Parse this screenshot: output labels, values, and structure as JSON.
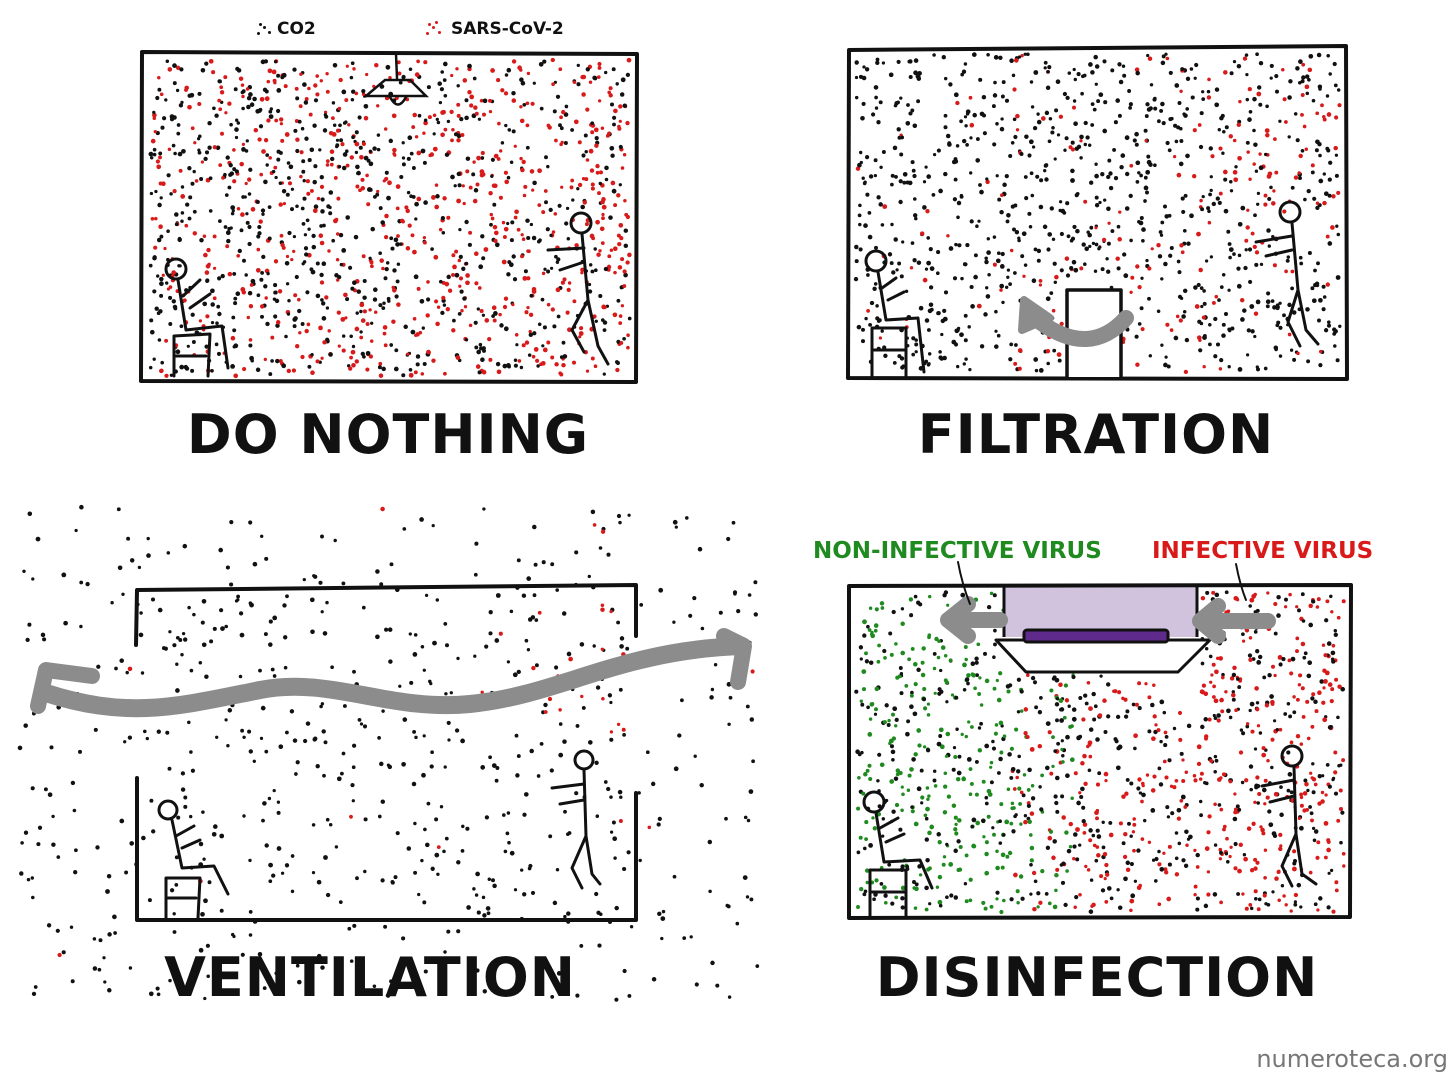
{
  "legend": {
    "co2": "CO2",
    "virus": "SARS-CoV-2"
  },
  "panels": {
    "do_nothing": {
      "title": "DO NOTHING"
    },
    "filtration": {
      "title": "FILTRATION"
    },
    "ventilation": {
      "title": "VENTILATION"
    },
    "disinfection": {
      "title": "DISINFECTION",
      "label_non_infective": "NON-INFECTIVE VIRUS",
      "label_infective": "INFECTIVE VIRUS"
    }
  },
  "credit": "numeroteca.org",
  "colors": {
    "ink": "#111111",
    "co2": "#111111",
    "virus": "#d81a1a",
    "non_infective": "#1f8a1f",
    "uv_glow": "#c9b8d8",
    "uv_lamp": "#5e2a8c",
    "flow_arrow": "#8c8c8c",
    "credit": "#777777"
  }
}
